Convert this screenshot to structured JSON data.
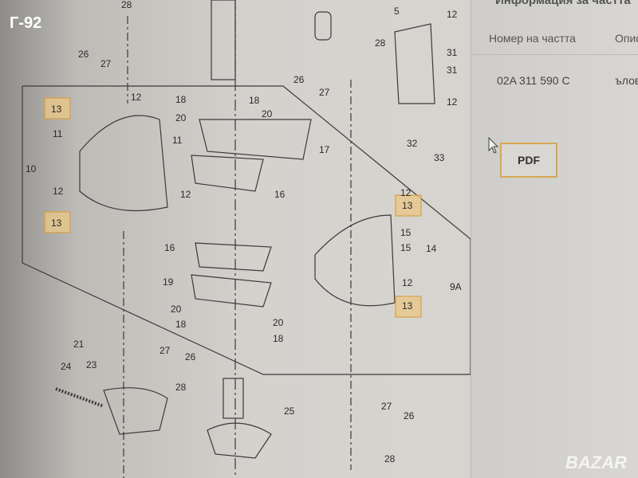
{
  "badge": "Г-92",
  "panel": {
    "title": "Информация за частта",
    "columns": [
      "Номер на частта",
      "Описа"
    ],
    "row": {
      "part_number": "02A 311 590 C",
      "description": "ълов"
    },
    "pdf_button": "PDF"
  },
  "watermark": "BAZAR",
  "callouts": [
    "28",
    "26",
    "27",
    "13",
    "12",
    "11",
    "11",
    "10",
    "12",
    "12",
    "13",
    "18",
    "20",
    "18",
    "20",
    "17",
    "16",
    "16",
    "19",
    "20",
    "18",
    "20",
    "18",
    "5",
    "12",
    "28",
    "31",
    "31",
    "26",
    "27",
    "12",
    "32",
    "33",
    "12",
    "13",
    "15",
    "15",
    "14",
    "12",
    "9A",
    "13",
    "27",
    "26",
    "21",
    "24",
    "23",
    "28",
    "25",
    "27",
    "26",
    "28"
  ]
}
